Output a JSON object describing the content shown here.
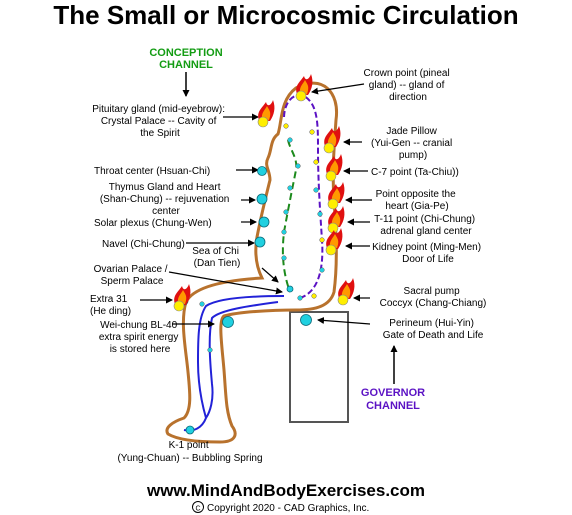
{
  "title": "The Small or Microcosmic Circulation",
  "colors": {
    "body_outline": "#b8722d",
    "governor_path": "#5b12c4",
    "conception_path": "#1c8a1c",
    "blue_path": "#2222d8",
    "point_cyan": "#20d0e0",
    "point_yellow": "#ffee00",
    "flame_red": "#e01010",
    "flame_orange": "#ff9900",
    "conception_label": "#139c13",
    "governor_label": "#5b12c4"
  },
  "channels": {
    "conception": [
      "CONCEPTION",
      "CHANNEL"
    ],
    "governor": [
      "GOVERNOR",
      "CHANNEL"
    ]
  },
  "labels": {
    "pituitary": [
      "Pituitary gland (mid-eyebrow):",
      "Crystal Palace -- Cavity of",
      "the Spirit"
    ],
    "throat": [
      "Throat center (Hsuan-Chi)"
    ],
    "thymus": [
      "Thymus Gland and Heart",
      "(Shan-Chung) -- rejuvenation",
      "center"
    ],
    "solar": [
      "Solar plexus (Chung-Wen)"
    ],
    "navel": [
      "Navel (Chi-Chung)"
    ],
    "sea": [
      "Sea of Chi",
      "(Dan Tien)"
    ],
    "ovarian": [
      "Ovarian Palace /",
      "Sperm Palace"
    ],
    "extra31": [
      "Extra 31",
      "(He ding)"
    ],
    "weichung": [
      "Wei-chung BL-40",
      "extra spirit energy",
      "is stored here"
    ],
    "k1": [
      "K-1 point",
      "(Yung-Chuan) -- Bubbling Spring"
    ],
    "crown": [
      "Crown point (pineal",
      "gland) -- gland of",
      "direction"
    ],
    "jade": [
      "Jade Pillow",
      "(Yui-Gen -- cranial",
      "pump)"
    ],
    "c7": [
      "C-7 point (Ta-Chiu))"
    ],
    "heart_opp": [
      "Point opposite the",
      "heart (Gia-Pe)"
    ],
    "t11": [
      "T-11 point (Chi-Chung)",
      "adrenal gland center"
    ],
    "kidney": [
      "Kidney point (Ming-Men)",
      "Door of Life"
    ],
    "sacral": [
      "Sacral pump",
      "Coccyx (Chang-Chiang)"
    ],
    "perineum": [
      "Perineum (Hui-Yin)",
      "Gate of Death and Life"
    ]
  },
  "website": "www.MindAndBodyExercises.com",
  "copyright": "Copyright 2020 - CAD Graphics, Inc.",
  "copyright_symbol": "C"
}
